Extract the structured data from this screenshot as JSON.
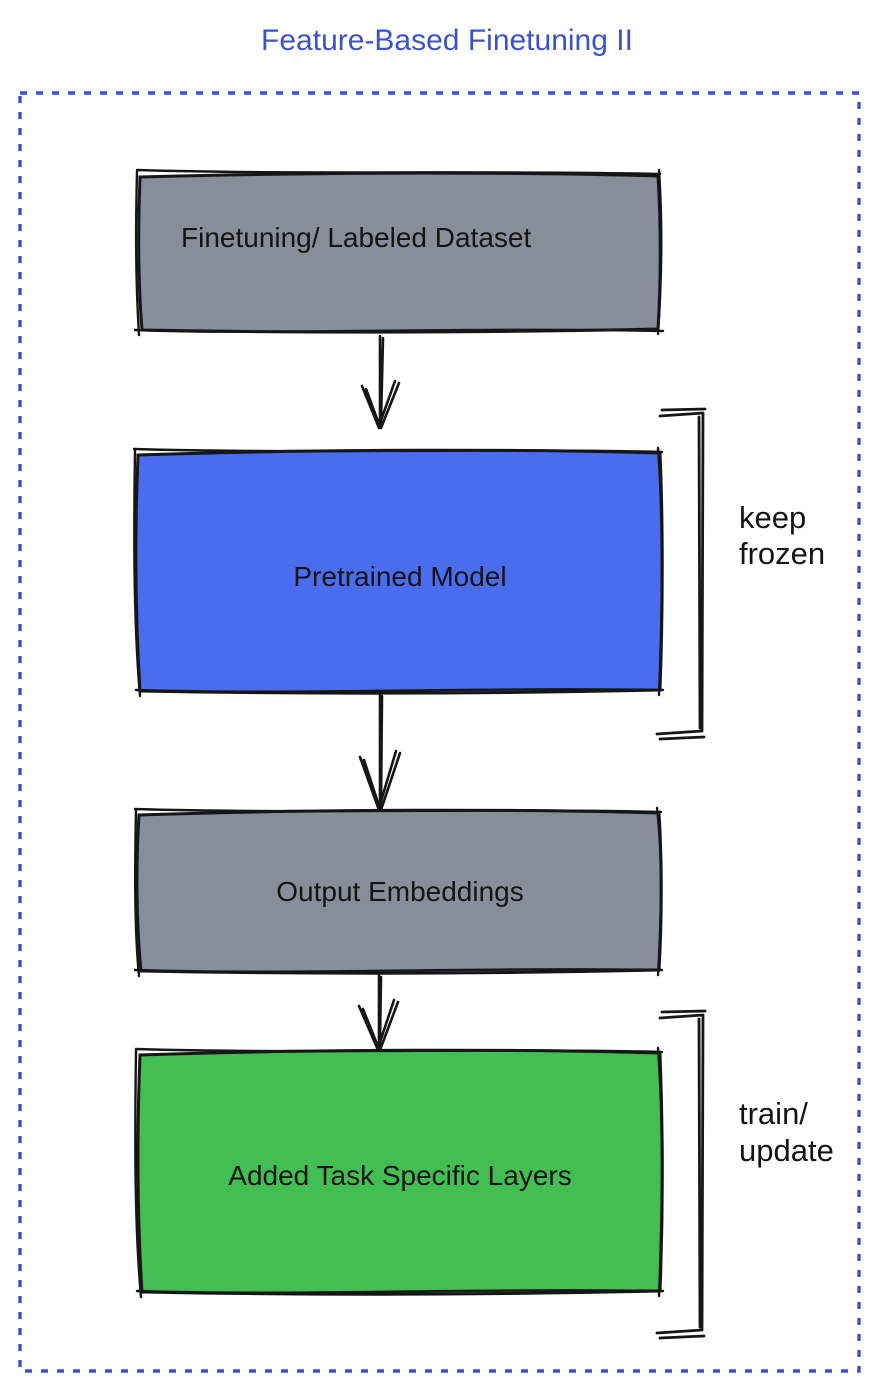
{
  "title": "Feature-Based Finetuning II",
  "colors": {
    "title": "#3C52CB",
    "border": "#3C52CB",
    "gray": "#878E99",
    "blue": "#4A6CEF",
    "green": "#43BE52",
    "ink": "#161616"
  },
  "nodes": [
    {
      "label": "Finetuning/ Labeled Dataset",
      "fill": "gray"
    },
    {
      "label": "Pretrained Model",
      "fill": "blue"
    },
    {
      "label": "Output Embeddings",
      "fill": "gray"
    },
    {
      "label": "Added Task Specific Layers",
      "fill": "green"
    }
  ],
  "annotations": [
    {
      "lines": [
        "keep",
        "frozen"
      ]
    },
    {
      "lines": [
        "train/",
        "update"
      ]
    }
  ]
}
